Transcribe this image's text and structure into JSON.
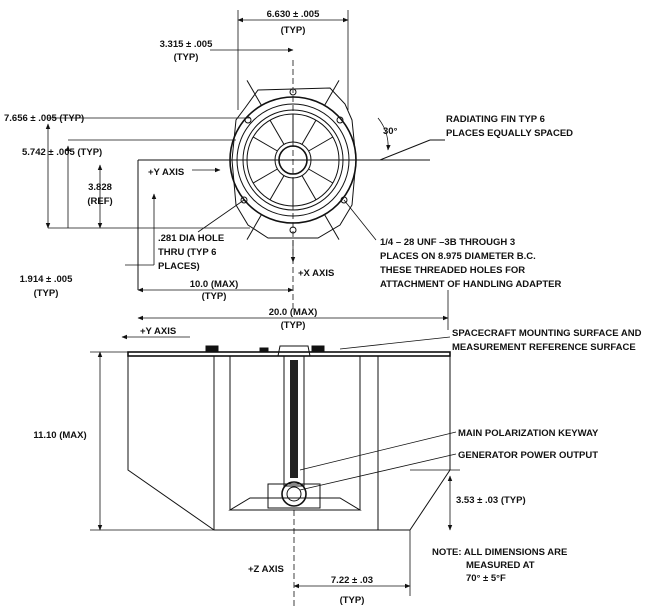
{
  "top_view": {
    "dim_width": "6.630 ± .005",
    "dim_width_typ": "(TYP)",
    "dim_half": "3.315 ± .005",
    "dim_half_typ": "(TYP)",
    "dim_7656": "7.656 ± .005 (TYP)",
    "dim_5742": "5.742 ± .005 (TYP)",
    "dim_3828": "3.828",
    "dim_3828_ref": "(REF)",
    "dim_1914": "1.914 ± .005",
    "dim_1914_typ": "(TYP)",
    "fin_label_1": "RADIATING FIN TYP 6",
    "fin_label_2": "PLACES EQUALLY SPACED",
    "angle": "30°",
    "y_axis": "+Y AXIS",
    "hole_1": ".281 DIA HOLE",
    "hole_2": "THRU (TYP 6",
    "hole_3": "PLACES)",
    "thread_1": "1/4 – 28 UNF –3B THROUGH 3",
    "thread_2": "PLACES ON 8.975 DIAMETER B.C.",
    "thread_3": "THESE THREADED HOLES FOR",
    "thread_4": "ATTACHMENT OF HANDLING ADAPTER",
    "x_axis": "+X AXIS",
    "dim_10": "10.0 (MAX)",
    "dim_10_typ": "(TYP)",
    "dim_20": "20.0 (MAX)",
    "dim_20_typ": "(TYP)"
  },
  "side_view": {
    "y_axis": "+Y AXIS",
    "mount_1": "SPACECRAFT MOUNTING SURFACE AND",
    "mount_2": "MEASUREMENT REFERENCE SURFACE",
    "height": "11.10 (MAX)",
    "keyway": "MAIN POLARIZATION KEYWAY",
    "power": "GENERATOR POWER OUTPUT",
    "dim_353": "3.53 ± .03 (TYP)",
    "note_1": "NOTE: ALL DIMENSIONS ARE",
    "note_2": "MEASURED AT",
    "note_3": "70° ± 5°F",
    "z_axis": "+Z AXIS",
    "dim_722": "7.22 ± .03",
    "dim_722_typ": "(TYP)"
  }
}
